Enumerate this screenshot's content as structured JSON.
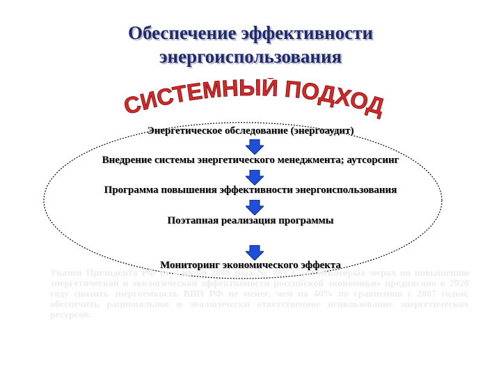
{
  "slide": {
    "title_line1": "Обеспечение эффективности",
    "title_line2": "энергоиспользования",
    "wordart": "СИСТЕМНЫЙ ПОДХОД",
    "steps": [
      "Энергетическое обследование (энергоаудит)",
      "Внедрение системы энергетического менеджмента; аутсорсинг",
      "Программа повышения эффективности энергоиспользования",
      "Поэтапная реализация программы",
      "Мониторинг экономического эффекта"
    ],
    "background_note": "Указом Президента РФ от 4 июня 2008 года № 889 г. «О некоторых мерах по повышению энергетической и экологической эффективности российской экономики» предписано к 2020 году снизить энергоемкость ВВП РФ не менее, чем на 40% по сравнению с 2007 годом, обеспечить рациональное и экологически ответственное использование энергетических ресурсов."
  },
  "colors": {
    "title": "#1f2a6b",
    "wordart_fill": "#d12a2a",
    "arrow_fill": "#1f4fd6",
    "ellipse_stroke": "#000000"
  }
}
